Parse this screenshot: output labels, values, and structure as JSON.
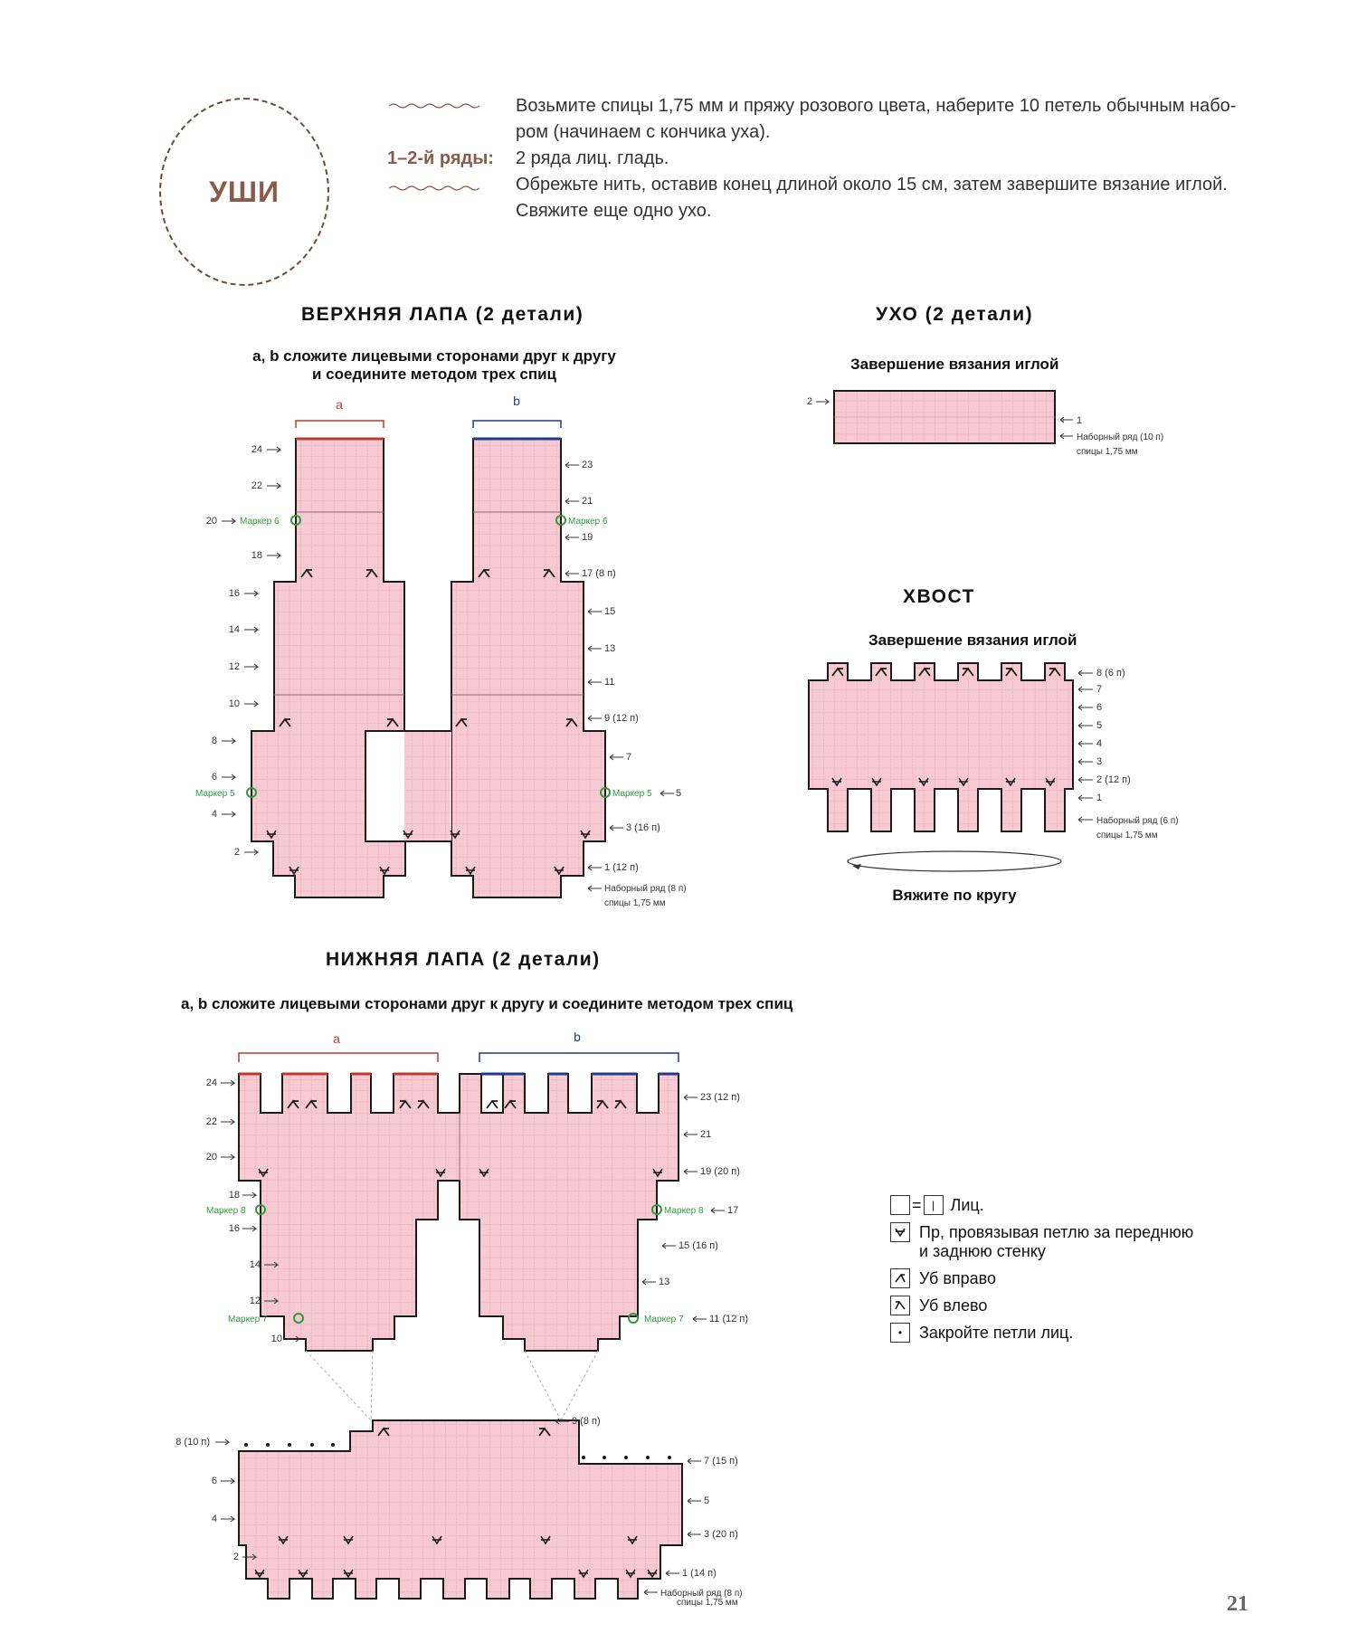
{
  "header": {
    "circle_title": "УШИ",
    "row_label": "1–2-й ряды:",
    "lines": [
      "Возьмите спицы 1,75 мм и пряжу розового цвета, наберите 10 петель обычным набо-",
      "ром (начинаем с кончика уха).",
      "2 ряда лиц. гладь.",
      "Обрежьте нить, оставив конец длиной около 15 см, затем завершите вязание иглой.",
      "Свяжите еще одно ухо."
    ]
  },
  "upper_paw": {
    "title": "ВЕРХНЯЯ ЛАПА (2 детали)",
    "subtitle_1": "a, b сложите лицевыми сторонами друг к другу",
    "subtitle_2": "и соедините методом трех спиц",
    "label_a": "a",
    "label_b": "b",
    "left_rows": [
      "24",
      "22",
      "20",
      "18",
      "16",
      "14",
      "12",
      "10",
      "8",
      "6",
      "4",
      "2"
    ],
    "right_rows": [
      "23",
      "21",
      "19",
      "17 (8 п)",
      "15",
      "13",
      "11",
      "9 (12 п)",
      "7",
      "5",
      "3 (16 п)",
      "1 (12 п)"
    ],
    "marker_6": "Маркер 6",
    "marker_5": "Маркер 5",
    "cast_on": "Наборный ряд (8 п)",
    "needles": "спицы 1,75 мм"
  },
  "ear": {
    "title": "УХО (2 детали)",
    "subtitle": "Завершение вязания иглой",
    "row_left": "2",
    "row_right": "1",
    "cast_on": "Наборный ряд (10 п)",
    "needles": "спицы 1,75 мм"
  },
  "tail": {
    "title": "ХВОСТ",
    "subtitle": "Завершение вязания иглой",
    "right_rows": [
      "8 (6 п)",
      "7",
      "6",
      "5",
      "4",
      "3",
      "2 (12 п)",
      "1"
    ],
    "cast_on": "Наборный ряд (6 п)",
    "needles": "спицы 1,75 мм",
    "round_note": "Вяжите по кругу"
  },
  "lower_paw": {
    "title": "НИЖНЯЯ ЛАПА (2 детали)",
    "subtitle": "a, b сложите лицевыми сторонами друг к другу и соедините методом трех спиц",
    "label_a": "a",
    "label_b": "b",
    "left_rows": [
      "24",
      "22",
      "20",
      "18",
      "16",
      "14",
      "12",
      "10"
    ],
    "right_rows": [
      "23 (12 п)",
      "21",
      "19 (20 п)",
      "17",
      "15 (16 п)",
      "13",
      "11 (12 п)"
    ],
    "marker_8": "Маркер 8",
    "marker_7": "Маркер 7",
    "bottom_left_rows": [
      "8 (10 п)",
      "6",
      "4",
      "2"
    ],
    "bottom_right_rows": [
      "9 (8 п)",
      "7 (15 п)",
      "5",
      "3 (20 п)",
      "1 (14 п)"
    ],
    "cast_on": "Наборный ряд (8 п)",
    "needles": "спицы 1,75 мм"
  },
  "legend": {
    "items": [
      {
        "symbol": "|",
        "text": "Лиц."
      },
      {
        "symbol": "v",
        "text": "Пр, провязывая петлю за  переднюю"
      },
      {
        "symbol": "",
        "text": "и заднюю стенку"
      },
      {
        "symbol": "r",
        "text": "Уб вправо"
      },
      {
        "symbol": "l",
        "text": "Уб влево"
      },
      {
        "symbol": "•",
        "text": "Закройте петли лиц."
      }
    ]
  },
  "page_number": "21",
  "colors": {
    "pink": "#f7c9d3",
    "grid": "#c98a9a",
    "outline": "#1a1a1a",
    "marker_green": "#2e9a3a",
    "label_red": "#c0392b",
    "label_blue": "#1f3b8c",
    "accent_brown": "#8a5b4a"
  }
}
